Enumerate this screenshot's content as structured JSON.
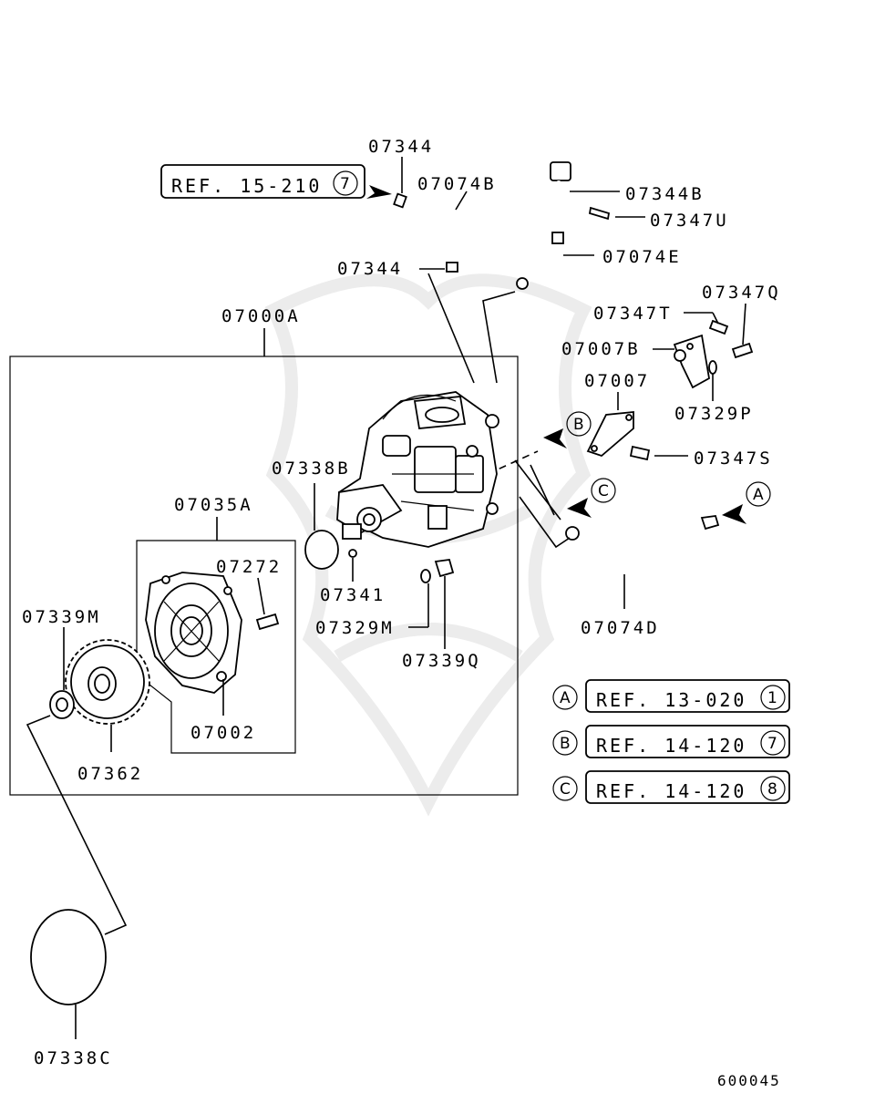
{
  "figure_code": "600045",
  "part_labels": {
    "p07344_top": "07344",
    "p07074B": "07074B",
    "p07344_mid": "07344",
    "p07344B": "07344B",
    "p07347U": "07347U",
    "p07074E": "07074E",
    "p07347Q": "07347Q",
    "p07347T": "07347T",
    "p07007B": "07007B",
    "p07007": "07007",
    "p07329P": "07329P",
    "p07347S": "07347S",
    "p07000A": "07000A",
    "p07338B": "07338B",
    "p07035A": "07035A",
    "p07272": "07272",
    "p07341": "07341",
    "p07329M": "07329M",
    "p07339Q": "07339Q",
    "p07074D": "07074D",
    "p07339M": "07339M",
    "p07002": "07002",
    "p07362": "07362",
    "p07338C": "07338C"
  },
  "references": {
    "top": {
      "text": "REF. 15-210",
      "number": "7"
    },
    "a": {
      "letter": "A",
      "text": "REF. 13-020",
      "number": "1"
    },
    "b": {
      "letter": "B",
      "text": "REF. 14-120",
      "number": "7"
    },
    "c": {
      "letter": "C",
      "text": "REF. 14-120",
      "number": "8"
    }
  },
  "arrow_markers": {
    "a": "A",
    "b": "B",
    "c": "C"
  }
}
